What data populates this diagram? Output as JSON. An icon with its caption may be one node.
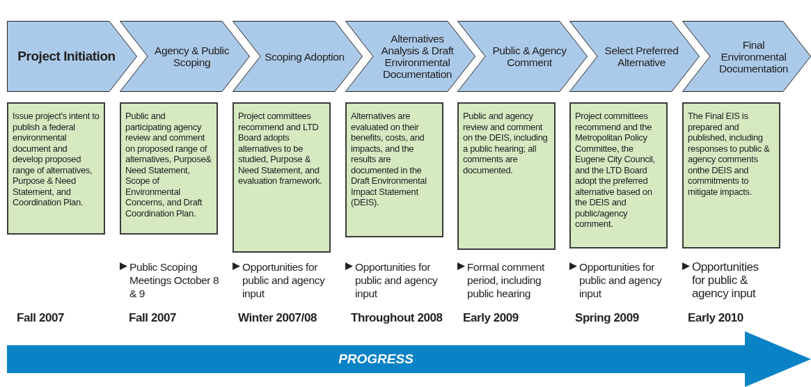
{
  "diagram": {
    "nodes": [
      {
        "text": [
          "Project Initiation"
        ]
      },
      {
        "text": [
          "Agency & Public Scoping"
        ]
      },
      {
        "text": [
          "Scoping Adoption"
        ]
      },
      {
        "text": [
          "Alternatives Analysis & Draft Environmental Documentation"
        ]
      },
      {
        "text": [
          "Public & Agency Comment"
        ]
      },
      {
        "text": [
          "Select Preferred Alternative"
        ]
      },
      {
        "text": [
          "Final Environmental Documentation"
        ]
      },
      {
        "text": [
          "Issue project's intent to publish a federal environmental document and develop proposed range of alternatives, Purpose & Need Statement, and Coordination Plan."
        ]
      },
      {
        "text": [
          "Public and participating agency review and comment on proposed range of alternatives, Purpose& Need Statement, Scope of Environmental Concerns, and Draft Coordination Plan."
        ]
      },
      {
        "text": [
          "Project committees recommend and LTD Board adopts alternatives to be studied, Purpose & Need Statement, and evaluation framework."
        ]
      },
      {
        "text": [
          "Alternatives are evaluated on their benefits, costs, and impacts, and the results are documented in the Draft Environmental Impact Statement (DEIS)."
        ]
      },
      {
        "text": [
          "Public and agency review and comment on the DEIS, including a public hearing; all comments are documented."
        ]
      },
      {
        "text": [
          "Project committees recommend and the Metropolitan Policy Committee, the Eugene City Council, and the LTD Board adopt the preferred alternative based on the DEIS and public/agency comment."
        ]
      },
      {
        "text": [
          "The Final EIS is prepared and published, including responses to public & agency comments onthe DEIS and commitments to mitigate impacts."
        ]
      },
      {
        "text": [
          "PROGRESS"
        ]
      }
    ],
    "labels": [
      "Public Scoping Meetings October 8 & 9",
      "Opportunities for public and agency input",
      "Opportunities for public and agency input",
      "Formal comment period, including public hearing",
      "Opportunities for public and agency input",
      "Opportunities for public & agency input",
      "Fall 2007",
      "Fall 2007",
      "Winter 2007/08",
      "Throughout 2008",
      "Early 2009",
      "Spring 2009",
      "Early 2010"
    ]
  }
}
